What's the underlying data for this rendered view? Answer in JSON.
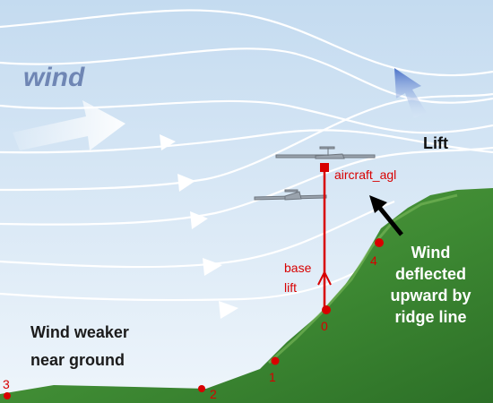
{
  "labels": {
    "wind": "wind",
    "lift": "Lift",
    "wind_weaker_line1": "Wind weaker",
    "wind_weaker_line2": "near ground",
    "deflected_line1": "Wind",
    "deflected_line2": "deflected",
    "deflected_line3": "upward by",
    "deflected_line4": "ridge line",
    "aircraft_agl": "aircraft_agl",
    "base_line1": "base",
    "base_line2": "lift"
  },
  "points": [
    "0",
    "1",
    "2",
    "3",
    "4"
  ],
  "colors": {
    "sky_top": "#c4dbf0",
    "sky_bottom": "#eef5fb",
    "hill_dark": "#2f7a2b",
    "hill_light": "#6cad4e",
    "wind_line": "#ffffff",
    "annotation_red": "#d80000",
    "lift_arrow": "#4a72c8"
  }
}
